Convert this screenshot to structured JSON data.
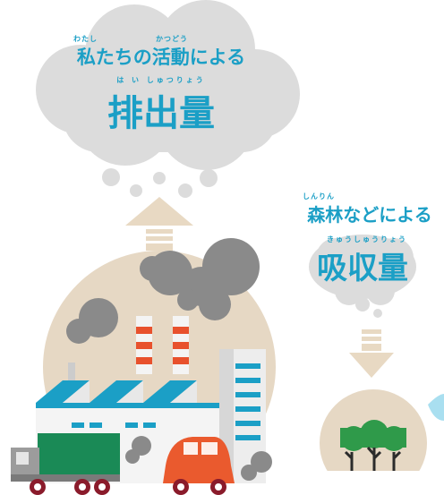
{
  "emission": {
    "title": "私たちの活動による",
    "ruby_watashi": "わたし",
    "ruby_katsudou": "かつどう",
    "heading": "排出量",
    "ruby_haishutsuryou": "は い しゅつりょう"
  },
  "absorption": {
    "title": "森林などによる",
    "ruby_shinrin": "しんりん",
    "heading": "吸収量",
    "ruby_kyuushuuryou": "きゅうしゅうりょう"
  },
  "colors": {
    "text_blue": "#1b9fc6",
    "cloud_gray": "#dcdcdc",
    "smoke_gray": "#8a8a8a",
    "ground_beige": "#e6d8c4",
    "arrow_beige": "#e8d9c3",
    "truck_green": "#1a8a56",
    "car_orange": "#ea5a2e",
    "factory_blue": "#1b9fc6",
    "chimney_red": "#e8512d",
    "tree_green": "#2f9a4a"
  },
  "icons": [
    "cloud-icon",
    "arrow-up-icon",
    "arrow-down-icon",
    "factory-icon",
    "truck-icon",
    "car-icon",
    "tree-icon",
    "smoke-icon"
  ]
}
